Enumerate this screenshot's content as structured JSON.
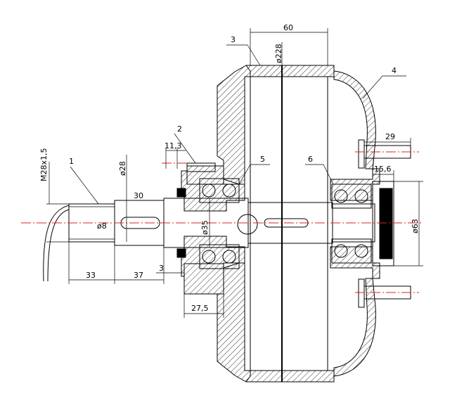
{
  "dimensions": {
    "d60": "60",
    "d228": "ø228",
    "d29": "29",
    "d15_6": "15,6",
    "d63": "ø63",
    "d11_3": "11,3",
    "d28": "ø28",
    "m28": "M28x1,5",
    "d30": "30",
    "d8": "ø8",
    "d35": "ø35",
    "d33": "33",
    "d37": "37",
    "d3": "3",
    "d27_5": "27,5"
  },
  "callouts": {
    "c1": "1",
    "c2": "2",
    "c3": "3",
    "c4": "4",
    "c5": "5",
    "c6": "6"
  },
  "colors": {
    "line": "#000000",
    "centerline": "#e02020",
    "background": "#ffffff"
  }
}
